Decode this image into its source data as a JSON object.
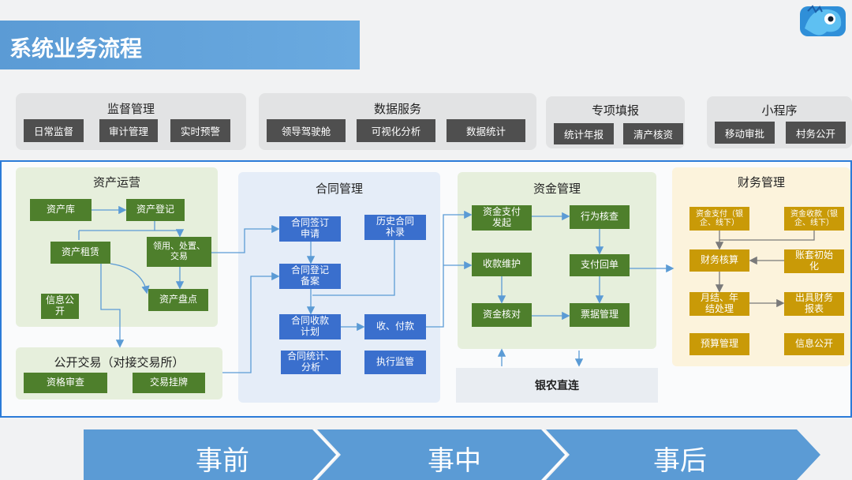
{
  "title": "系统业务流程",
  "top_groups": [
    {
      "title": "监督管理",
      "items": [
        "日常监督",
        "审计管理",
        "实时预警"
      ]
    },
    {
      "title": "数据服务",
      "items": [
        "领导驾驶舱",
        "可视化分析",
        "数据统计"
      ]
    },
    {
      "title": "专项填报",
      "items": [
        "统计年报",
        "清产核资"
      ]
    },
    {
      "title": "小程序",
      "items": [
        "移动审批",
        "村务公开"
      ]
    }
  ],
  "asset": {
    "title": "资产运营",
    "lib": "资产库",
    "register": "资产登记",
    "lease": "资产租赁",
    "use": "领用、处置、交易",
    "inventory": "资产盘点",
    "info": "信息公开"
  },
  "public_trade": {
    "title": "公开交易（对接交易所）",
    "qualify": "资格审查",
    "listing": "交易挂牌"
  },
  "contract": {
    "title": "合同管理",
    "sign": "合同签订申请",
    "history": "历史合同补录",
    "file": "合同登记备案",
    "collect_plan": "合同收款计划",
    "receive_pay": "收、付款",
    "stats": "合同统计、分析",
    "exec": "执行监管"
  },
  "fund": {
    "title": "资金管理",
    "payment": "资金支付发起",
    "check": "行为核查",
    "receipt_maint": "收款维护",
    "pay_back": "支付回单",
    "verify": "资金核对",
    "bill": "票据管理",
    "bank": "银农直连"
  },
  "finance": {
    "title": "财务管理",
    "pay_in": "资金支付（银企、线下）",
    "collect_in": "资金收款（银企、线下）",
    "account": "财务核算",
    "init": "账套初始化",
    "closing": "月结、年结处理",
    "report": "出具财务报表",
    "budget": "预算管理",
    "info": "信息公开"
  },
  "phases": [
    "事前",
    "事中",
    "事后"
  ],
  "colors": {
    "green": "#4e7f2c",
    "blue": "#3a6fcd",
    "gold": "#c99a07",
    "frame": "#2b7bd8",
    "arrow": "#5b9bd5"
  }
}
